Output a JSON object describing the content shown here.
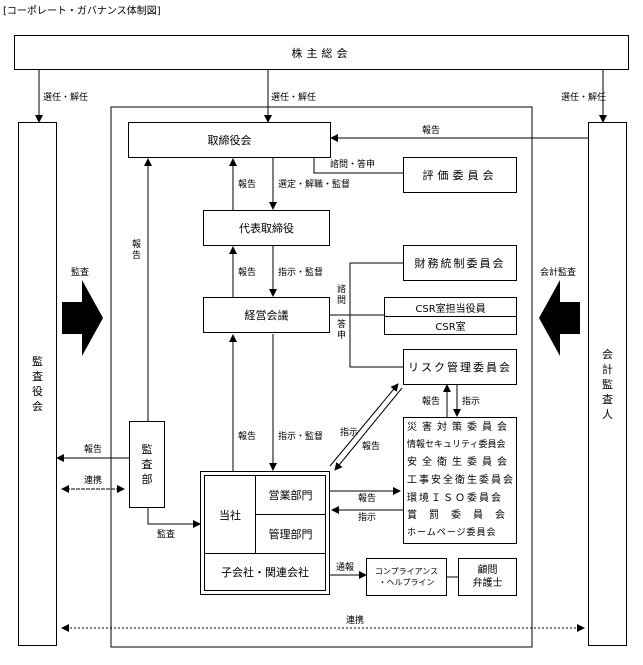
{
  "title": "[コーポレート・ガバナンス体制図]",
  "nodes": {
    "shareholders": "株主総会",
    "board": "取締役会",
    "evaluation": "評価委員会",
    "president": "代表取締役",
    "finance": "財務統制委員会",
    "csr_officer": "CSR室担当役員",
    "csr_office": "CSR室",
    "management": "経営会議",
    "risk": "リスク管理委員会",
    "committees": [
      "災害対策委員会",
      "情報セキュリティ委員会",
      "安全衛生委員会",
      "工事安全衛生委員会",
      "環境ＩＳＯ委員会",
      "賞罰委員会",
      "ホームページ委員会"
    ],
    "audit_board": "監査役会",
    "auditor_accounting": "会計監査人",
    "audit_dept": "監査部",
    "company": "当社",
    "sales": "営業部門",
    "admin": "管理部門",
    "subsidiaries": "子会社・関連会社",
    "compliance_line1": "コンプライアンス",
    "compliance_line2": "・ヘルプライン",
    "lawyer_line1": "顧問",
    "lawyer_line2": "弁護士"
  },
  "labels": {
    "appoint_left": "選任・解任",
    "appoint_center": "選任・解任",
    "appoint_right": "選任・解任",
    "report_top": "報告",
    "consult_answer": "諮問・答申",
    "report_board": "報告",
    "select_supervise": "選定・解職・監督",
    "report_president": "報告",
    "instruct_supervise_1": "指示・監督",
    "consult": "諮問",
    "answer": "答申",
    "audit_left": "監査",
    "audit_right": "会計監査",
    "report_audit_dept": "報告",
    "report_risk": "報告",
    "instruct_risk": "指示",
    "instruct_diag": "指示",
    "report_diag": "報告",
    "report_mgmt": "報告",
    "instruct_supervise_2": "指示・監督",
    "report_to_audit_board": "報告",
    "liaison_left": "連携",
    "report_committees": "報告",
    "instruct_committees": "指示",
    "audit_company": "監査",
    "notify": "通報",
    "liaison_bottom": "連携"
  }
}
